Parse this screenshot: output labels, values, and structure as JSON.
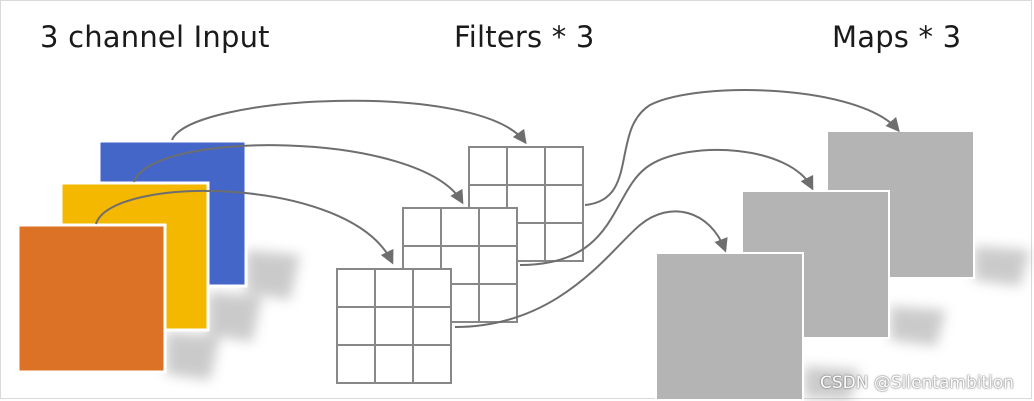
{
  "headings": {
    "input": "3 channel Input",
    "filters": "Filters * 3",
    "maps": "Maps * 3"
  },
  "colors": {
    "channel_blue": "#4466c8",
    "channel_yellow": "#f5b800",
    "channel_orange": "#dc7226",
    "map_gray": "#b4b4b4",
    "filter_grid": "#888888",
    "arrow": "#6e6e6e"
  },
  "filter_grid": {
    "rows": 3,
    "cols": 3
  },
  "watermark": "CSDN @Silentambition"
}
